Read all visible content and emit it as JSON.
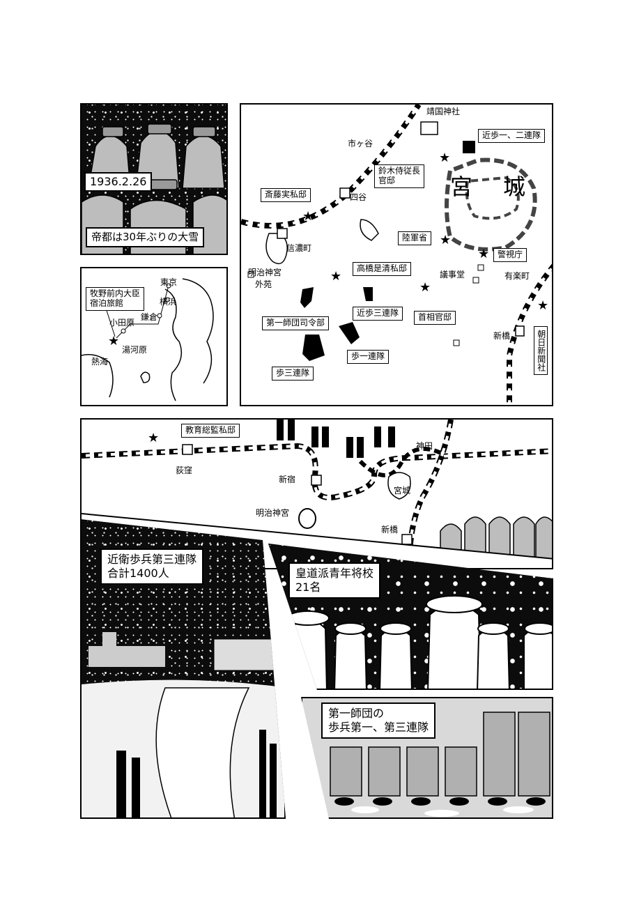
{
  "panel1": {
    "date": "1936.2.26",
    "caption": "帝都は30年ぶりの大雪"
  },
  "panel2": {
    "places": [
      "東京",
      "横浜",
      "鎌倉",
      "小田原",
      "湯河原",
      "熱海"
    ],
    "callout": [
      "牧野前内大臣",
      "宿泊旅館"
    ]
  },
  "panel3": {
    "labels": [
      "靖国神社",
      "市ヶ谷",
      "四谷",
      "信濃町",
      "明治神宮",
      "外苑",
      "議事堂",
      "有楽町",
      "新橋"
    ],
    "palace": [
      "宮",
      "城"
    ],
    "boxes": [
      "近歩一、二連隊",
      "鈴木侍従長",
      "官邸",
      "斎藤実私邸",
      "陸軍省",
      "警視庁",
      "高橋是清私邸",
      "近歩三連隊",
      "首相官邸",
      "第一師団司令部",
      "歩一連隊",
      "歩三連隊"
    ],
    "asahi": "朝日新聞社"
  },
  "panel4": {
    "box": "教育総監私邸",
    "labels": [
      "神田",
      "荻窪",
      "新宿",
      "宮城",
      "明治神宮",
      "新橋"
    ]
  },
  "panel5": {
    "caption": [
      "近衛歩兵第三連隊",
      "合計1400人"
    ]
  },
  "panel6": {
    "caption": [
      "皇道派青年将校",
      "21名"
    ]
  },
  "panel7": {
    "caption": [
      "第一師団の",
      "歩兵第一、第三連隊"
    ]
  }
}
